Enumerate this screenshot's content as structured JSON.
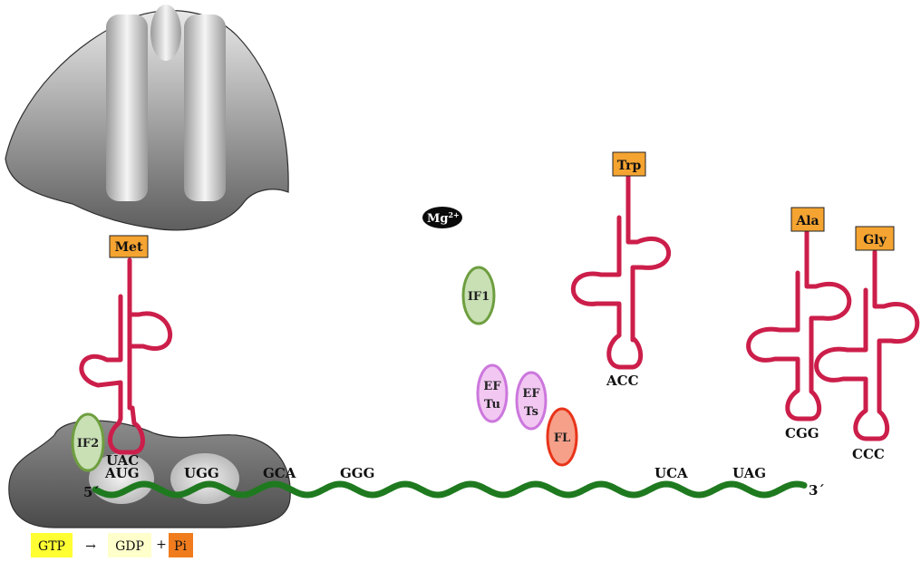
{
  "colors": {
    "trna": "#cc1e4a",
    "mrna": "#1f7a1f",
    "amino_acid_box": "#f5a431",
    "ribosome_dark": "#5a5a5a",
    "ribosome_light": "#e6e6e6",
    "if1_if2_fill": "#c8e0b4",
    "if1_if2_stroke": "#6e9e3f",
    "ef_fill": "#f2c8f2",
    "ef_stroke": "#cc77dd",
    "fl_fill": "#f6a08a",
    "fl_stroke": "#e8341a",
    "gtp": "#ffff33",
    "gdp": "#ffffcc",
    "pi": "#f07c1e"
  },
  "mrna": {
    "five_prime": "5´",
    "three_prime": "3´",
    "codons": [
      "AUG",
      "UGG",
      "GCA",
      "GGG",
      "UCA",
      "UAG"
    ]
  },
  "trnas": [
    {
      "amino_acid": "Met",
      "anticodon": "UAC"
    },
    {
      "amino_acid": "Trp",
      "anticodon": "ACC"
    },
    {
      "amino_acid": "Ala",
      "anticodon": "CGG"
    },
    {
      "amino_acid": "Gly",
      "anticodon": "CCC"
    }
  ],
  "factors": {
    "if1": "IF1",
    "if2": "IF2",
    "ef_tu_line1": "EF",
    "ef_tu_line2": "Tu",
    "ef_ts_line1": "EF",
    "ef_ts_line2": "Ts",
    "fl": "FL"
  },
  "ion": {
    "base": "Mg",
    "superscript": "2+"
  },
  "reaction": {
    "gtp": "GTP",
    "arrow": "→",
    "gdp": "GDP",
    "plus": "+",
    "pi": "Pi"
  }
}
